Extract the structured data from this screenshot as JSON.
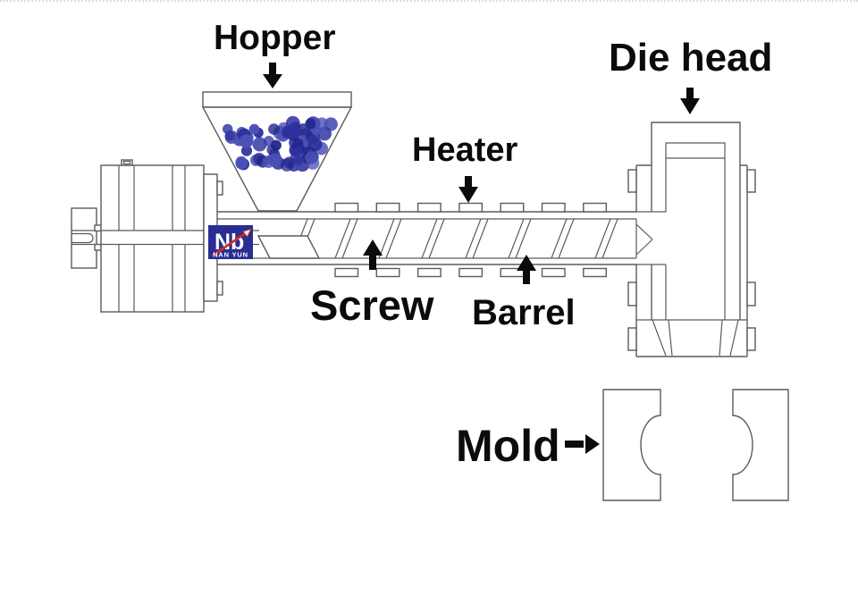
{
  "labels": {
    "hopper": "Hopper",
    "die_head": "Die head",
    "heater": "Heater",
    "screw": "Screw",
    "barrel": "Barrel",
    "mold": "Mold"
  },
  "logo": {
    "brand": "NAN YUN",
    "monogram": "Nb"
  },
  "colors": {
    "line": "#5b5b5b",
    "label_text": "#0b0b0b",
    "background": "#ffffff",
    "logo_blue": "#2a2e91",
    "logo_red": "#cf2b24",
    "logo_text": "#ffffff",
    "pellet_dark": "#23268c",
    "pellet_mid": "#2d319e",
    "pellet_light": "#4a50b5"
  }
}
